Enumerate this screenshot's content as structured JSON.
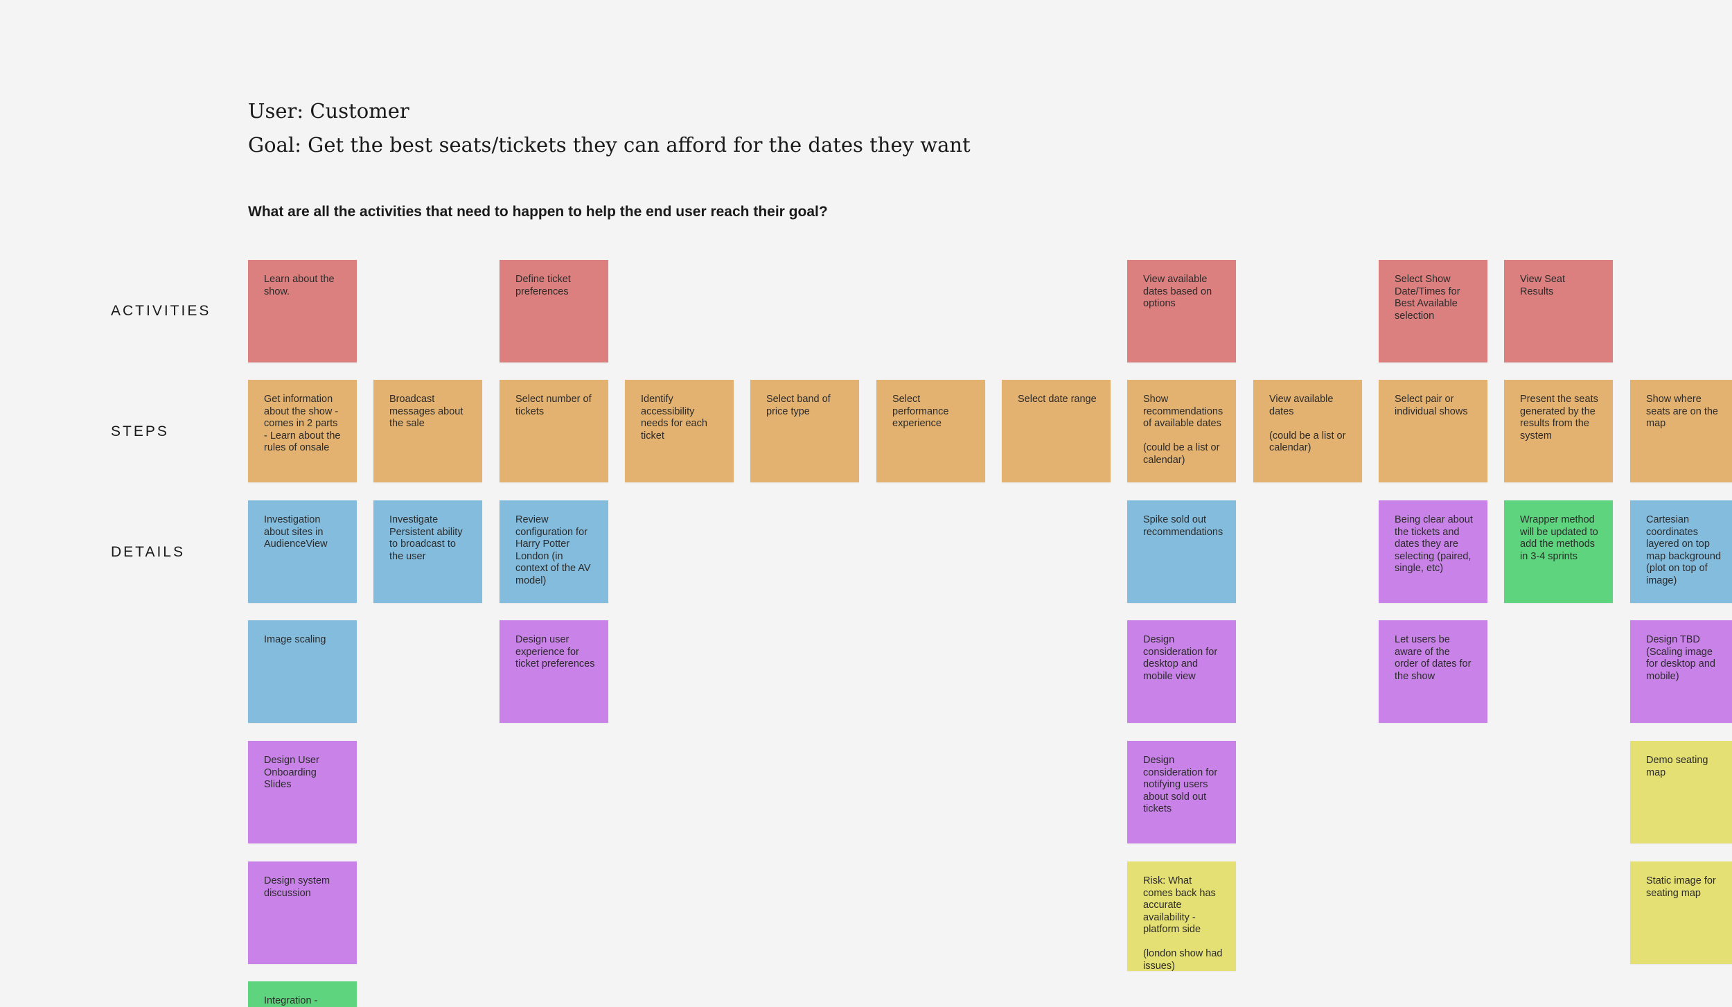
{
  "header": {
    "user": "User: Customer",
    "goal": "Goal: Get the best seats/tickets they can afford for the dates they want",
    "question": "What are all the activities that need to happen to help the end user reach their goal?"
  },
  "row_labels": {
    "activities": "ACTIVITIES",
    "steps": "STEPS",
    "details": "DETAILS"
  },
  "colors": {
    "activity": "#db7f7f",
    "step": "#e4b270",
    "detail_blue": "#84bcdd",
    "detail_purple": "#c983e8",
    "detail_green": "#5fd47e",
    "detail_yellow": "#e5e073",
    "background": "#f4f4f4"
  },
  "notes": {
    "act_learn": "Learn about the show.",
    "act_define": "Define ticket preferences",
    "act_view_dates": "View available dates based on options",
    "act_select_show": "Select Show Date/Times for Best Available selection",
    "act_view_seat": "View Seat Results",
    "step_get_info": "Get information about the show - comes in 2 parts\n- Learn about the rules of onsale",
    "step_broadcast": "Broadcast messages about the sale",
    "step_select_number": "Select number of tickets",
    "step_identify": "Identify accessibility needs for each ticket",
    "step_select_band": "Select band of price type",
    "step_select_performance": "Select performance experience",
    "step_select_date": "Select date range",
    "step_show_recs": "Show recommendations of available dates\n\n(could be a list or calendar)",
    "step_view_dates": "View available dates\n\n(could be a list or calendar)",
    "step_select_pair": "Select pair or individual shows",
    "step_present": "Present the seats generated by the results from the system",
    "step_show_where": "Show where seats are on the map",
    "d_investigation": "Investigation about sites in AudienceView",
    "d_persistent": "Investigate Persistent ability to broadcast to the user",
    "d_review": "Review configuration for Harry Potter London (in context of the AV model)",
    "d_spike": "Spike sold out recommendations",
    "d_being_clear": "Being clear about the tickets and dates they are selecting (paired, single, etc)",
    "d_wrapper": "Wrapper method will be updated to add the methods in 3-4 sprints",
    "d_cartesian": "Cartesian coordinates layered on top map background (plot on top of image)",
    "d_image_scaling": "Image scaling",
    "d_design_ux": "Design user experience for ticket preferences",
    "d_design_desktop": "Design consideration for desktop and mobile view",
    "d_let_users": "Let users be aware of the order of dates for the show",
    "d_design_tbd": "Design TBD (Scaling image for desktop and mobile)",
    "d_onboarding": "Design User Onboarding Slides",
    "d_notifying": "Design consideration for notifying users about sold out tickets",
    "d_demo_map": "Demo seating map",
    "d_system": "Design system discussion",
    "d_risk": "Risk: What comes back has accurate availability - platform side\n\n(london show had issues)",
    "d_static_image": "Static image for seating map",
    "d_integration": "Integration -"
  }
}
